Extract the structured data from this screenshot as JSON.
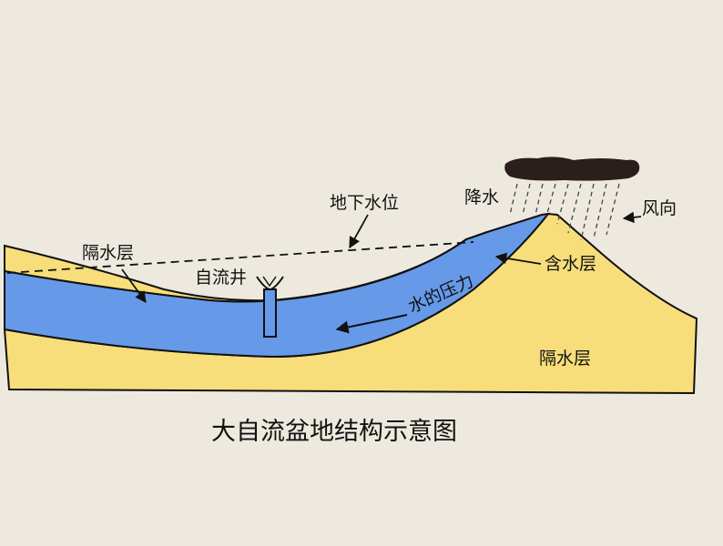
{
  "diagram": {
    "caption": "大自流盆地结构示意图",
    "labels": {
      "impermeable_left": "隔水层",
      "water_table": "地下水位",
      "precipitation": "降水",
      "wind_direction": "风向",
      "artesian_well": "自流井",
      "aquifer": "含水层",
      "water_pressure": "水的压力",
      "impermeable_bottom": "隔水层"
    },
    "colors": {
      "background": "#ede9df",
      "impermeable": "#f7de7a",
      "aquifer": "#6699e8",
      "cloud": "#2a1f1c",
      "outline": "#111111"
    }
  }
}
